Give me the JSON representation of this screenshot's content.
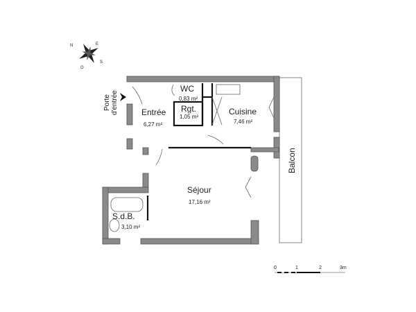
{
  "compass": {
    "n": "N",
    "e": "E",
    "s": "S",
    "o": "O"
  },
  "entrance": {
    "line1": "Porte",
    "line2": "d'entrée"
  },
  "rooms": [
    {
      "name": "Entrée",
      "area": "6,27 m²"
    },
    {
      "name": "WC",
      "area": "0,83 m²"
    },
    {
      "name": "Rgt.",
      "area": "1,05 m²"
    },
    {
      "name": "Cuisine",
      "area": "7,46 m²"
    },
    {
      "name": "Séjour",
      "area": "17,16 m²"
    },
    {
      "name": "S.d.B.",
      "area": "3,10 m²"
    },
    {
      "name": "Balcon"
    }
  ],
  "scale": {
    "labels": [
      "0",
      "1",
      "2",
      "3m"
    ]
  },
  "colors": {
    "wall": "#8a8a8a",
    "line": "#111111"
  }
}
